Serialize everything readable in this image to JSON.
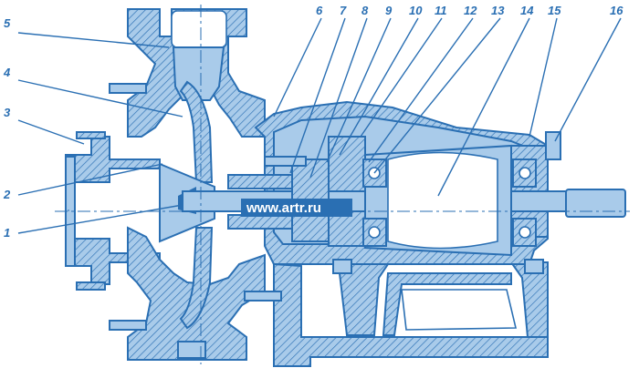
{
  "callouts": [
    {
      "id": "1",
      "label": "1"
    },
    {
      "id": "2",
      "label": "2"
    },
    {
      "id": "3",
      "label": "3"
    },
    {
      "id": "4",
      "label": "4"
    },
    {
      "id": "5",
      "label": "5"
    },
    {
      "id": "6",
      "label": "6"
    },
    {
      "id": "7",
      "label": "7"
    },
    {
      "id": "8",
      "label": "8"
    },
    {
      "id": "9",
      "label": "9"
    },
    {
      "id": "10",
      "label": "10"
    },
    {
      "id": "11",
      "label": "11"
    },
    {
      "id": "12",
      "label": "12"
    },
    {
      "id": "13",
      "label": "13"
    },
    {
      "id": "14",
      "label": "14"
    },
    {
      "id": "15",
      "label": "15"
    },
    {
      "id": "16",
      "label": "16"
    }
  ],
  "watermark": "www.artr.ru",
  "colors": {
    "line": "#2a6fb3",
    "fill": "#a9cbea",
    "background": "#ffffff"
  }
}
